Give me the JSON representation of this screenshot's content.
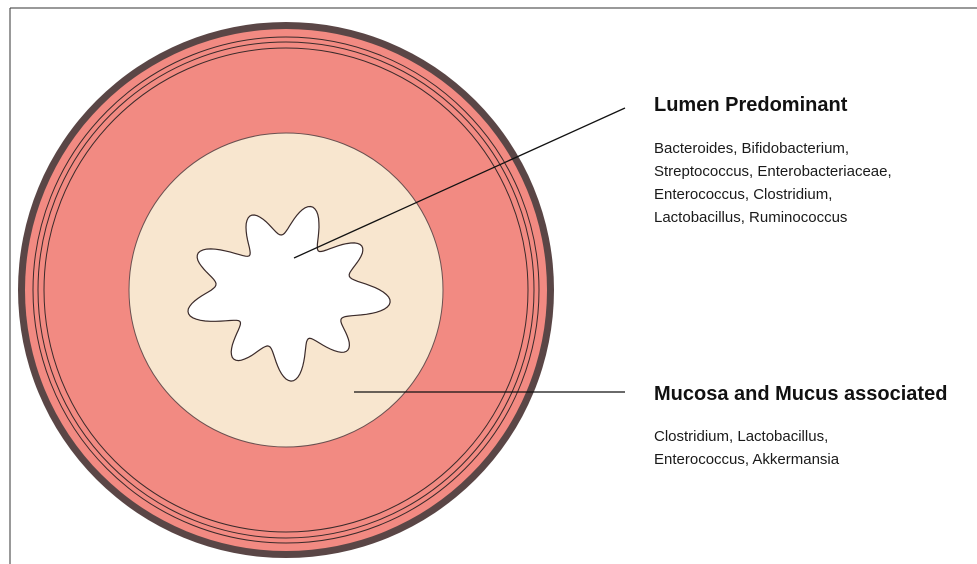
{
  "diagram": {
    "colors": {
      "outer_rim": "#5a4646",
      "muscle": "#f28a82",
      "mucosa": "#f8e6cf",
      "lumen": "#ffffff",
      "leader_line": "#111111",
      "frame": "#333333"
    },
    "labels": {
      "lumen": {
        "title": "Lumen Predominant",
        "lines": [
          "Bacteroides, Bifidobacterium,",
          "Streptococcus, Enterobacteriaceae,",
          "Enterococcus, Clostridium,",
          "Lactobacillus, Ruminococcus"
        ]
      },
      "mucosa": {
        "title": "Mucosa and Mucus associated",
        "lines": [
          "Clostridium, Lactobacillus,",
          "Enterococcus, Akkermansia"
        ]
      }
    }
  }
}
